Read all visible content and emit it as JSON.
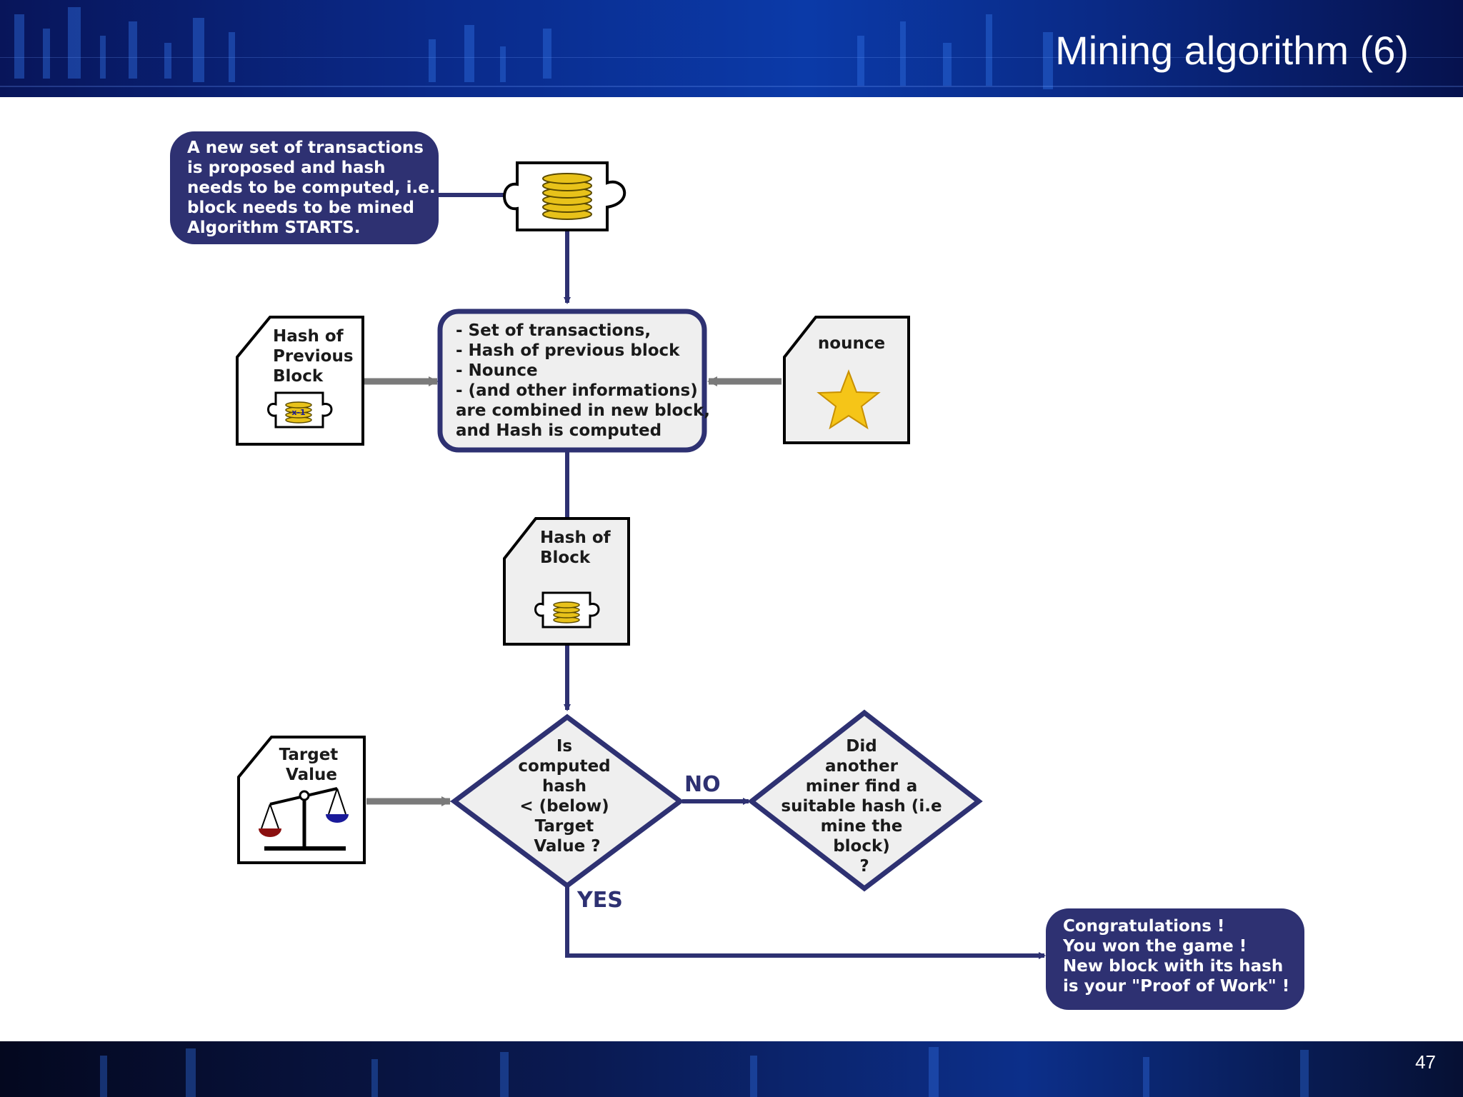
{
  "slide": {
    "title": "Mining algorithm (6)",
    "page_number": "47"
  },
  "diagram": {
    "start_note": [
      "A new set of transactions",
      "is proposed and hash",
      "needs to be computed, i.e.",
      "block needs to be mined",
      "Algorithm STARTS."
    ],
    "prev_hash": [
      "Hash of",
      "Previous",
      "Block"
    ],
    "prev_block_tag": "x-1",
    "combine": [
      "- Set of transactions,",
      "- Hash of previous block",
      "- Nounce",
      "- (and other informations)",
      "are combined in new block,",
      "and Hash is computed"
    ],
    "nounce": "nounce",
    "block_hash": [
      "Hash of",
      "Block"
    ],
    "target": [
      "Target",
      "Value"
    ],
    "decision": [
      "Is",
      "computed",
      "hash",
      "< (below)",
      "Target",
      "Value ?"
    ],
    "other_miner": [
      "Did",
      "another",
      "miner find a",
      "suitable hash (i.e",
      "mine the",
      "block)",
      "?"
    ],
    "no_label": "NO",
    "yes_label": "YES",
    "win_note": [
      "Congratulations !",
      "You won the game !",
      "New block with its hash",
      "is your \"Proof of Work\" !"
    ]
  },
  "colors": {
    "navy": "#2e3172",
    "arrow_gray": "#7a7a7a",
    "doc_fill": "#efefef",
    "coin_gold": "#e8c21a",
    "star_gold": "#f5c518",
    "scale_left": "#8b1010",
    "scale_right": "#1a1a9a"
  },
  "icons": [
    "coin-stack-icon",
    "puzzle-piece-icon",
    "star-icon",
    "balance-scale-icon"
  ]
}
